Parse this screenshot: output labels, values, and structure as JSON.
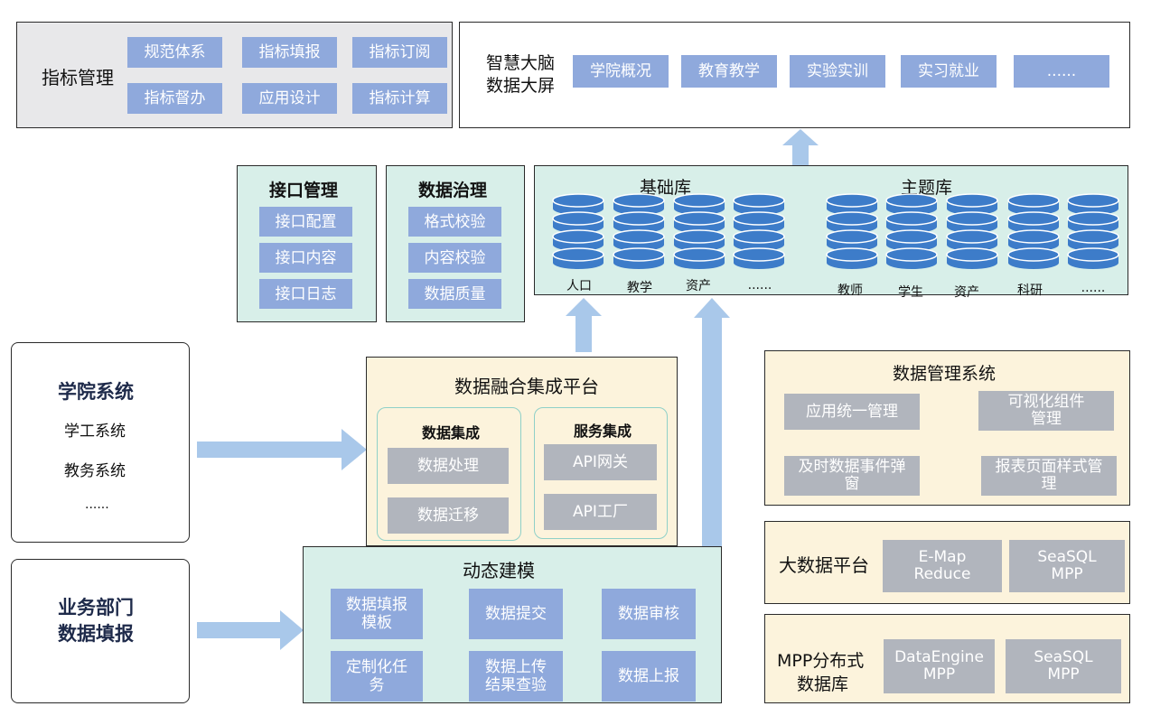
{
  "indicators": {
    "title": "指标管理",
    "items": [
      "规范体系",
      "指标填报",
      "指标订阅",
      "指标督办",
      "应用设计",
      "指标计算"
    ]
  },
  "screen": {
    "title_line1": "智慧大脑",
    "title_line2": "数据大屏",
    "items": [
      "学院概况",
      "教育教学",
      "实验实训",
      "实习就业",
      "......"
    ]
  },
  "interface": {
    "title": "接口管理",
    "items": [
      "接口配置",
      "接口内容",
      "接口日志"
    ]
  },
  "governance": {
    "title": "数据治理",
    "items": [
      "格式校验",
      "内容校验",
      "数据质量"
    ]
  },
  "library": {
    "base_title": "基础库",
    "topic_title": "主题库",
    "base_items": [
      "人口",
      "教学",
      "资产",
      "......"
    ],
    "topic_items": [
      "教师",
      "学生",
      "资产",
      "科研",
      "......"
    ]
  },
  "college": {
    "title": "学院系统",
    "items": [
      "学工系统",
      "教务系统",
      "......"
    ]
  },
  "dept": {
    "title_line1": "业务部门",
    "title_line2": "数据填报"
  },
  "fusion": {
    "title": "数据融合集成平台",
    "integration": {
      "title": "数据集成",
      "items": [
        "数据处理",
        "数据迁移"
      ]
    },
    "service": {
      "title": "服务集成",
      "items": [
        "API网关",
        "API工厂"
      ]
    }
  },
  "modeling": {
    "title": "动态建模",
    "items": [
      {
        "line1": "数据填报",
        "line2": "模板"
      },
      {
        "line1": "数据提交",
        "line2": ""
      },
      {
        "line1": "数据审核",
        "line2": ""
      },
      {
        "line1": "定制化任",
        "line2": "务"
      },
      {
        "line1": "数据上传",
        "line2": "结果查验"
      },
      {
        "line1": "数据上报",
        "line2": ""
      }
    ]
  },
  "dms": {
    "title": "数据管理系统",
    "items": [
      {
        "line1": "应用统一管理",
        "line2": ""
      },
      {
        "line1": "可视化组件",
        "line2": "管理"
      },
      {
        "line1": "及时数据事件弹",
        "line2": "窗"
      },
      {
        "line1": "报表页面样式管",
        "line2": "理"
      }
    ]
  },
  "bigdata": {
    "title": "大数据平台",
    "items": [
      {
        "line1": "E-Map",
        "line2": "Reduce"
      },
      {
        "line1": "SeaSQL",
        "line2": "MPP"
      }
    ]
  },
  "mpp": {
    "title_line1": "MPP分布式",
    "title_line2": "数据库",
    "items": [
      {
        "line1": "DataEngine",
        "line2": "MPP"
      },
      {
        "line1": "SeaSQL",
        "line2": "MPP"
      }
    ]
  },
  "colors": {
    "chip_blue": "#8fa9dc",
    "chip_gray": "#b1b5bd",
    "arrow": "#a9c8ea",
    "teal_fill": "#d8efe9",
    "cream_fill": "#fcf3dc",
    "db_blue": "#3d7cc9"
  },
  "icons": [
    "database-icon",
    "arrow-up-icon",
    "arrow-right-icon"
  ]
}
